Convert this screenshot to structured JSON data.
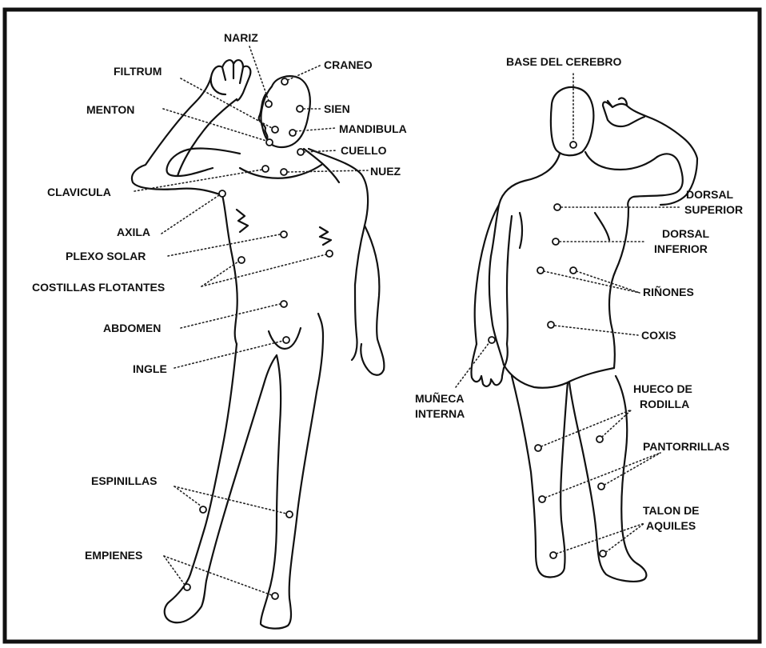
{
  "colors": {
    "ink": "#111111",
    "paper": "#ffffff",
    "frame": "#111111"
  },
  "labels": {
    "nariz": "NARIZ",
    "craneo": "CRANEO",
    "filtrum": "FILTRUM",
    "menton": "MENTON",
    "sien": "SIEN",
    "mandibula": "MANDIBULA",
    "cuello": "CUELLO",
    "nuez": "NUEZ",
    "clavicula": "CLAVICULA",
    "axila": "AXILA",
    "plexo_solar": "PLEXO SOLAR",
    "costillas_flotantes": "COSTILLAS FLOTANTES",
    "abdomen": "ABDOMEN",
    "ingle": "INGLE",
    "espinillas": "ESPINILLAS",
    "empienes": "EMPIENES",
    "base_del_cerebro": "BASE DEL CEREBRO",
    "dorsal_superior_1": "DORSAL",
    "dorsal_superior_2": "SUPERIOR",
    "dorsal_inferior_1": "DORSAL",
    "dorsal_inferior_2": "INFERIOR",
    "rinones": "RIÑONES",
    "coxis": "COXIS",
    "muneca_interna_1": "MUÑECA",
    "muneca_interna_2": "INTERNA",
    "hueco_rodilla_1": "HUECO DE",
    "hueco_rodilla_2": "RODILLA",
    "pantorrillas": "PANTORRILLAS",
    "talon_aquiles_1": "TALON DE",
    "talon_aquiles_2": "AQUILES"
  }
}
